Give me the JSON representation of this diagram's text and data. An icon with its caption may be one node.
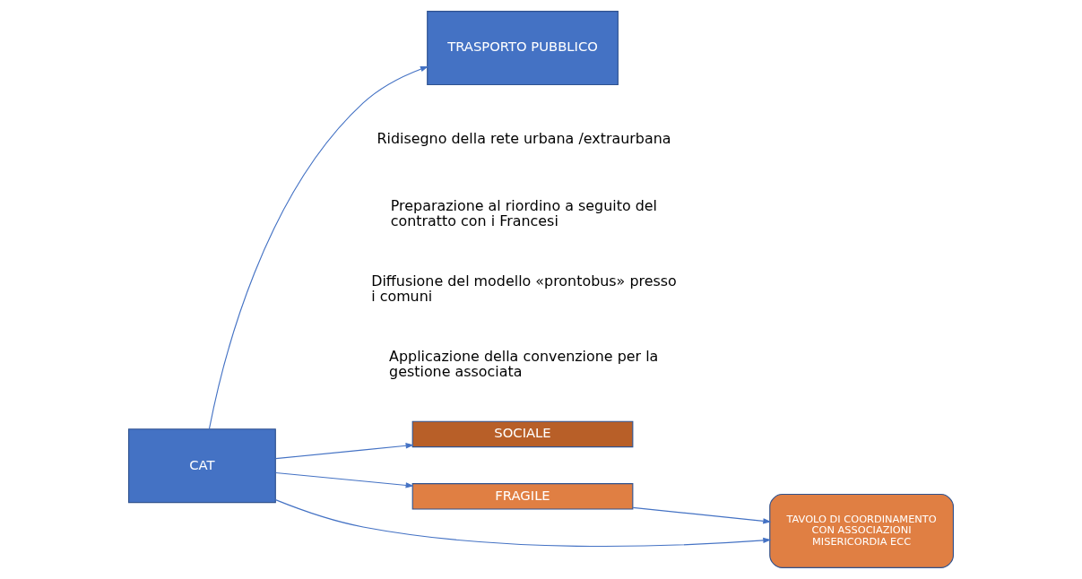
{
  "diagram": {
    "nodes": [
      {
        "text": [
          "CAT"
        ]
      },
      {
        "text": [
          "TRASPORTO PUBBLICO"
        ]
      },
      {
        "text": [
          "SOCIALE"
        ]
      },
      {
        "text": [
          "FRAGILE"
        ]
      },
      {
        "text": [
          "TAVOLO DI COORDINAMENTO CON ASSOCIAZIONI MISERICORDIA ECC"
        ]
      }
    ],
    "edges": [
      {
        "from": 0,
        "to": 1,
        "arrow": "to"
      },
      {
        "from": 0,
        "to": 2,
        "arrow": "to"
      },
      {
        "from": 0,
        "to": 3,
        "arrow": "to"
      },
      {
        "from": 0,
        "to": 4,
        "arrow": "to"
      },
      {
        "from": 3,
        "to": 4,
        "arrow": "to"
      }
    ],
    "labels": [
      "Ridisegno della rete urbana /extraurbana",
      "Preparazione al riordino a seguito del contratto con i Francesi",
      "Diffusione del modello «prontobus» presso i comuni",
      "Applicazione della convenzione per la gestione associata"
    ]
  }
}
